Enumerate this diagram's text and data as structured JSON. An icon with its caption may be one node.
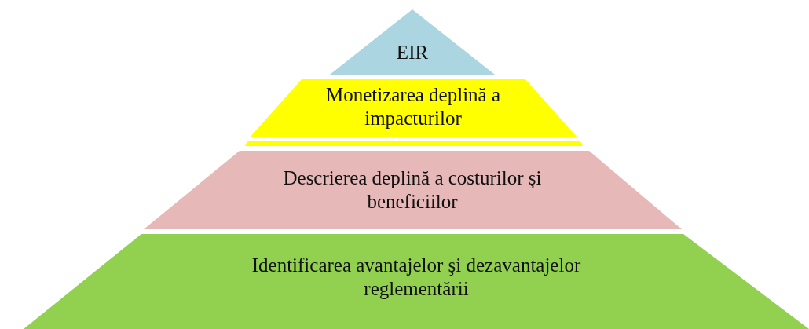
{
  "diagram": {
    "nodes": [
      {
        "text": [
          "EIR"
        ]
      },
      {
        "text": [
          "Monetizarea deplină a impacturilor"
        ]
      },
      {
        "text": [],
        "shape": "bar"
      },
      {
        "text": [
          "Descrierea deplină a costurilor şi beneficiilor"
        ]
      },
      {
        "text": [
          "Identificarea avantajelor şi dezavantajelor reglementării"
        ]
      }
    ]
  }
}
